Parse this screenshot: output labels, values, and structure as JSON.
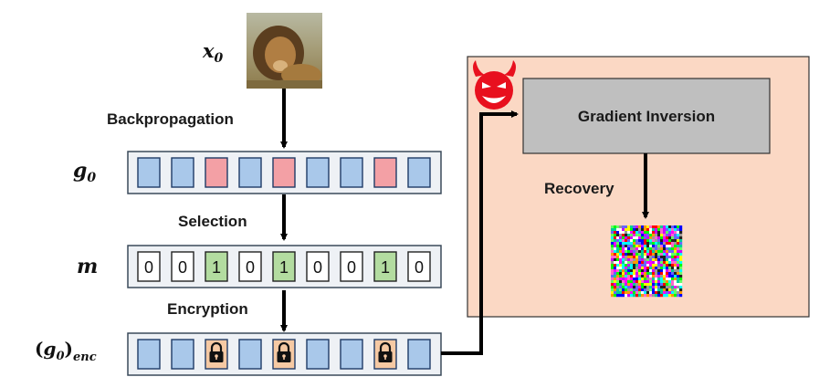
{
  "labels": {
    "x0_main": "x",
    "x0_sub": "0",
    "g0_main": "g",
    "g0_sub": "0",
    "m": "m",
    "genc_open": "(",
    "genc_main": "g",
    "genc_sub0": "0",
    "genc_close": ")",
    "genc_sub": "enc"
  },
  "steps": {
    "backprop": "Backpropagation",
    "selection": "Selection",
    "encryption": "Encryption",
    "recovery": "Recovery"
  },
  "attacker": {
    "box_label": "Gradient Inversion",
    "icon": "devil-icon"
  },
  "gradient_cells": [
    "blue",
    "blue",
    "red",
    "blue",
    "red",
    "blue",
    "blue",
    "red",
    "blue"
  ],
  "mask_bits": [
    "0",
    "0",
    "1",
    "0",
    "1",
    "0",
    "0",
    "1",
    "0"
  ],
  "encrypted_cells": [
    "blue",
    "blue",
    "lock",
    "blue",
    "lock",
    "blue",
    "blue",
    "lock",
    "blue"
  ],
  "colors": {
    "cell_blue": "#a9c8ea",
    "cell_red": "#f3a0a5",
    "cell_green": "#b3dca0",
    "cell_lock": "#f6c9a3",
    "row_bg": "#eef1f5",
    "attack_bg": "#fbd8c4",
    "gi_box": "#bfbfbf",
    "devil": "#e8101e"
  }
}
